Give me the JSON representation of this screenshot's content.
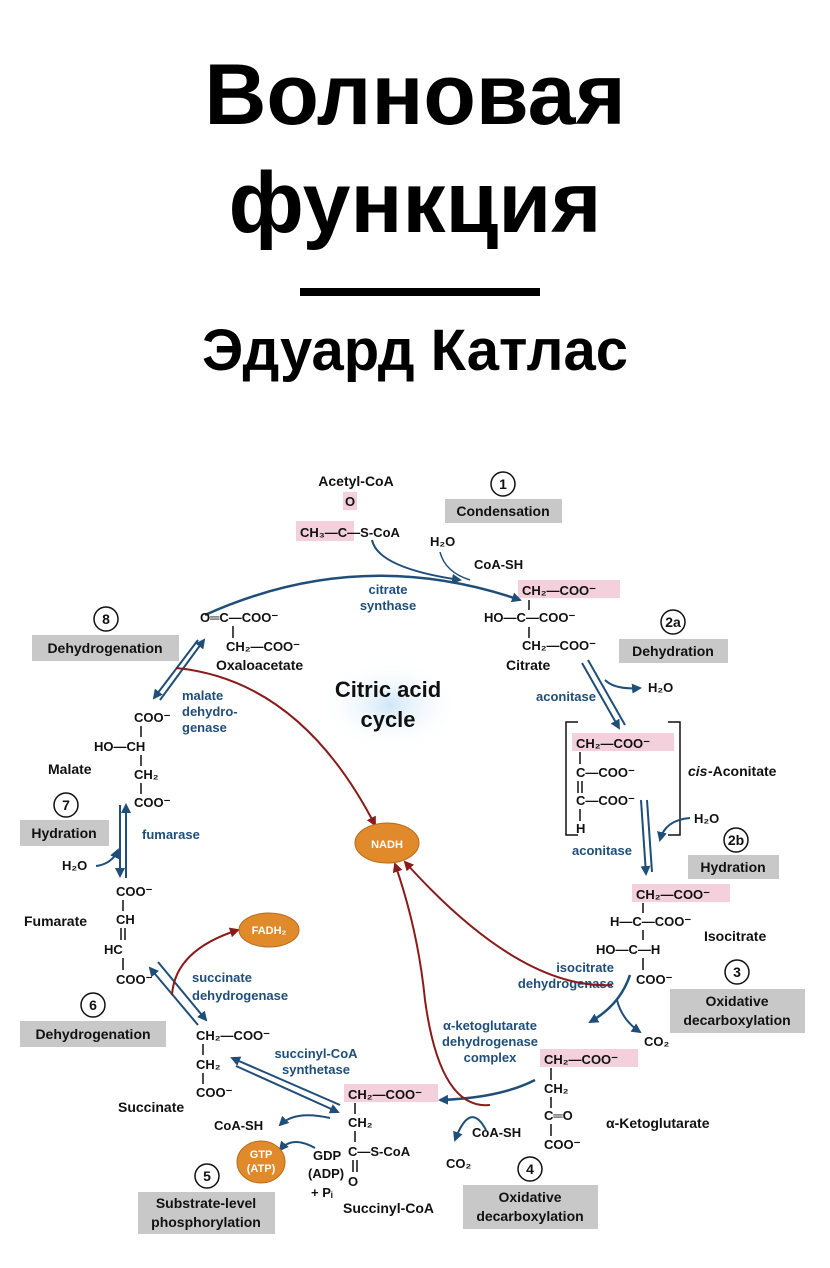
{
  "cover": {
    "title_line1": "Волновая",
    "title_line2": "функция",
    "author": "Эдуард Катлас"
  },
  "diagram": {
    "center_title_1": "Citric acid",
    "center_title_2": "cycle",
    "colors": {
      "arrow_blue": "#1f4e79",
      "arrow_red": "#8b1a1a",
      "cofactor": "#e08a2c",
      "highlight": "#f3d0dc",
      "step_box": "#c8c8c8"
    },
    "compounds": {
      "acetyl_coa": "Acetyl-CoA",
      "oxaloacetate": "Oxaloacetate",
      "citrate": "Citrate",
      "cis_aconitate_prefix": "cis",
      "cis_aconitate": "-Aconitate",
      "isocitrate": "Isocitrate",
      "alpha_ketoglutarate": "α-Ketoglutarate",
      "succinyl_coa": "Succinyl-CoA",
      "succinate": "Succinate",
      "fumarate": "Fumarate",
      "malate": "Malate"
    },
    "enzymes": {
      "citrate_synthase_1": "citrate",
      "citrate_synthase_2": "synthase",
      "aconitase_a": "aconitase",
      "aconitase_b": "aconitase",
      "isocitrate_dh_1": "isocitrate",
      "isocitrate_dh_2": "dehydrogenase",
      "akg_dh_1": "α-ketoglutarate",
      "akg_dh_2": "dehydrogenase",
      "akg_dh_3": "complex",
      "succinyl_coa_syn_1": "succinyl-CoA",
      "succinyl_coa_syn_2": "synthetase",
      "succinate_dh_1": "succinate",
      "succinate_dh_2": "dehydrogenase",
      "fumarase": "fumarase",
      "malate_dh_1": "malate",
      "malate_dh_2": "dehydro-",
      "malate_dh_3": "genase"
    },
    "steps": [
      {
        "num": "1",
        "name": "Condensation"
      },
      {
        "num": "2a",
        "name": "Dehydration"
      },
      {
        "num": "2b",
        "name": "Hydration"
      },
      {
        "num": "3",
        "name_1": "Oxidative",
        "name_2": "decarboxylation"
      },
      {
        "num": "4",
        "name_1": "Oxidative",
        "name_2": "decarboxylation"
      },
      {
        "num": "5",
        "name_1": "Substrate-level",
        "name_2": "phosphorylation"
      },
      {
        "num": "6",
        "name": "Dehydrogenation"
      },
      {
        "num": "7",
        "name": "Hydration"
      },
      {
        "num": "8",
        "name": "Dehydrogenation"
      }
    ],
    "cofactors": {
      "nadh": "NADH",
      "fadh2": "FADH₂",
      "gtp": "GTP",
      "atp": "(ATP)"
    },
    "small": {
      "h2o_1": "H₂O",
      "coash_1": "CoA-SH",
      "h2o_2": "H₂O",
      "h2o_3": "H₂O",
      "co2_1": "CO₂",
      "co2_2": "CO₂",
      "coash_2": "CoA-SH",
      "coash_3": "CoA-SH",
      "gdp": "GDP",
      "adp": "(ADP)",
      "pi": "+ Pᵢ",
      "h2o_4": "H₂O"
    },
    "formulas": {
      "acetyl_o": "O",
      "acetyl_main": "CH₃—C—S-CoA",
      "oaa_1": "O═C—COO⁻",
      "oaa_2": "CH₂—COO⁻",
      "cit_1": "CH₂—COO⁻",
      "cit_2": "HO—C—COO⁻",
      "cit_3": "CH₂—COO⁻",
      "cis_1": "CH₂—COO⁻",
      "cis_2": "C—COO⁻",
      "cis_3": "C—COO⁻",
      "cis_4": "H",
      "iso_1": "CH₂—COO⁻",
      "iso_2": "H—C—COO⁻",
      "iso_3": "HO—C—H",
      "iso_4": "COO⁻",
      "akg_1": "CH₂—COO⁻",
      "akg_2": "CH₂",
      "akg_3": "C═O",
      "akg_4": "COO⁻",
      "sco_1": "CH₂—COO⁻",
      "sco_2": "CH₂",
      "sco_3": "C—S-CoA",
      "sco_4": "O",
      "suc_1": "CH₂—COO⁻",
      "suc_2": "CH₂",
      "suc_3": "COO⁻",
      "fum_1": "COO⁻",
      "fum_2": "CH",
      "fum_3": "HC",
      "fum_4": "COO⁻",
      "mal_1": "COO⁻",
      "mal_2": "HO—CH",
      "mal_3": "CH₂",
      "mal_4": "COO⁻"
    }
  }
}
